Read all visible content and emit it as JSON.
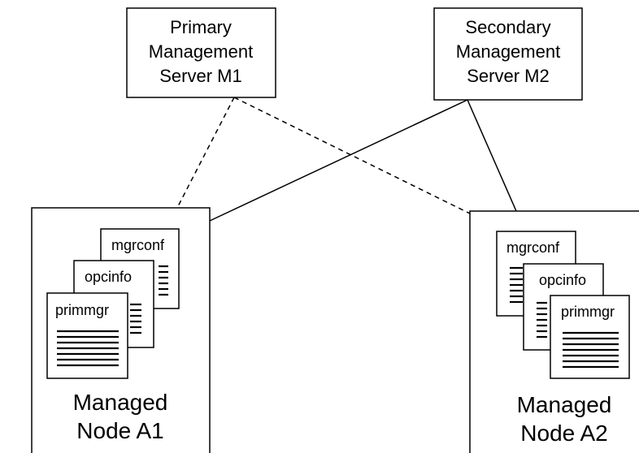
{
  "servers": {
    "primary": {
      "lines": [
        "Primary",
        "Management",
        "Server M1"
      ]
    },
    "secondary": {
      "lines": [
        "Secondary",
        "Management",
        "Server M2"
      ]
    }
  },
  "nodes": {
    "a1": {
      "lines": [
        "Managed",
        "Node A1"
      ]
    },
    "a2": {
      "lines": [
        "Managed",
        "Node A2"
      ]
    }
  },
  "files": {
    "mgrconf": "mgrconf",
    "opcinfo": "opcinfo",
    "primmgr": "primmgr"
  },
  "links": [
    {
      "from": "Primary Management Server M1",
      "to": "Managed Node A1",
      "style": "dashed"
    },
    {
      "from": "Primary Management Server M1",
      "to": "Managed Node A2",
      "style": "dashed"
    },
    {
      "from": "Secondary Management Server M2",
      "to": "Managed Node A1",
      "style": "solid"
    },
    {
      "from": "Secondary Management Server M2",
      "to": "Managed Node A2",
      "style": "solid"
    }
  ]
}
